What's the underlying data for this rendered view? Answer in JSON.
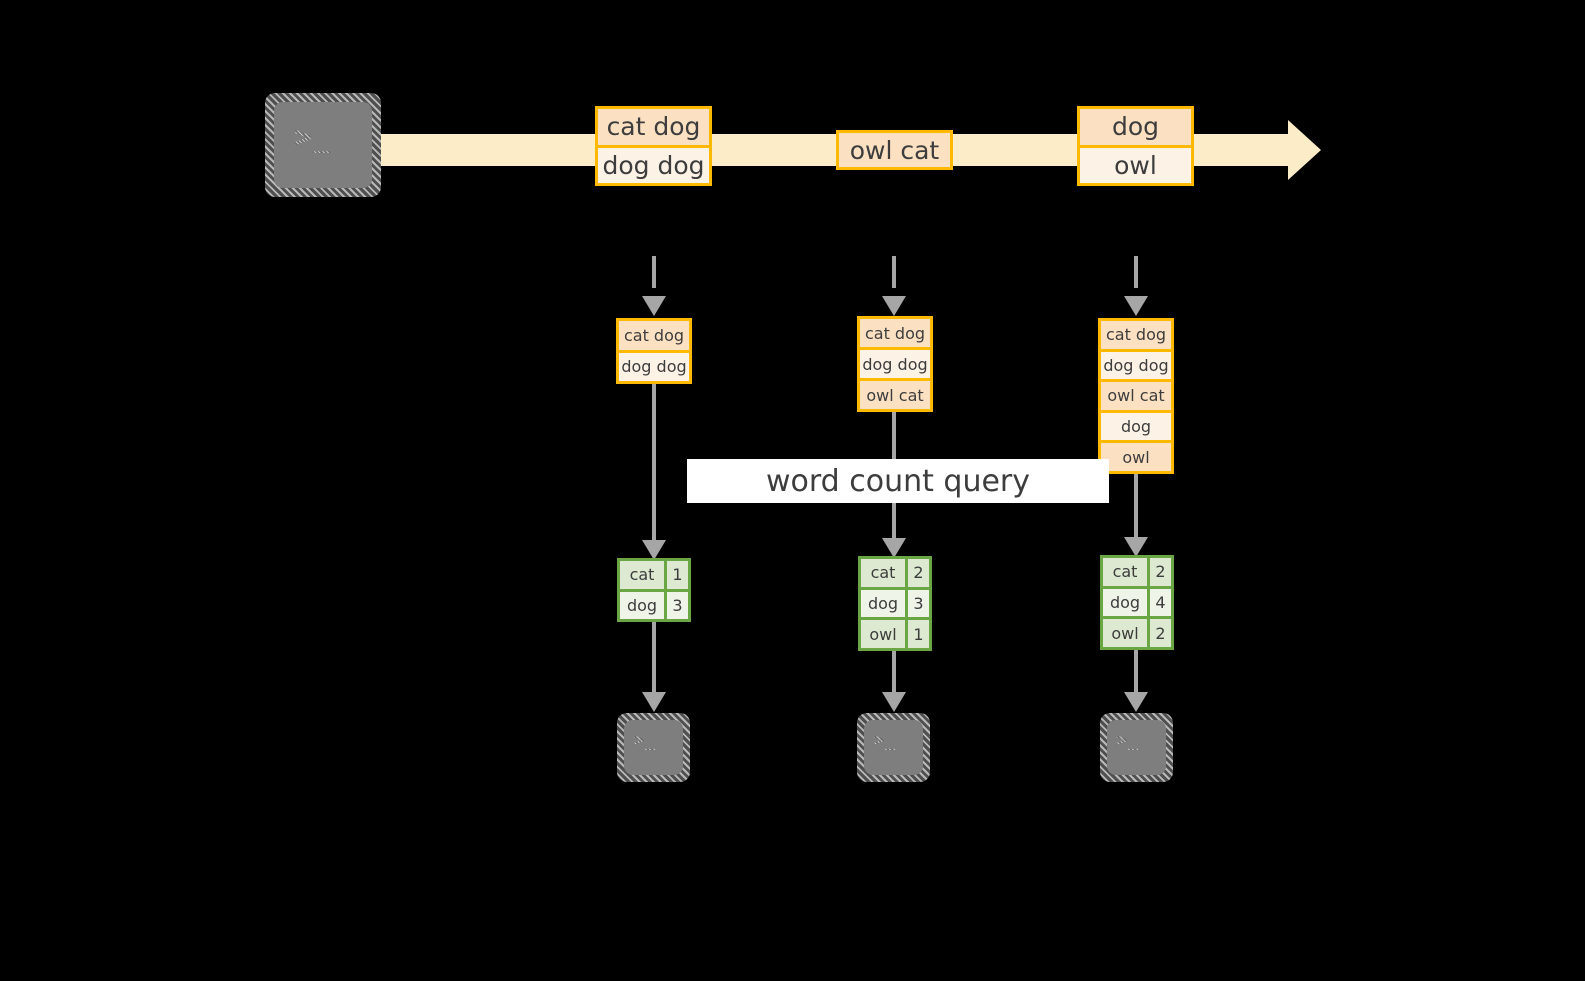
{
  "diagram": {
    "title_label": "word count query",
    "colors": {
      "background": "#000000",
      "stream_band": "#fdecc8",
      "record_border": "#ffb900",
      "record_fill_dark": "#fce0c2",
      "record_fill_light": "#fdf2e6",
      "table_border": "#6aa644",
      "table_fill_dark": "#dde9d0",
      "table_fill_light": "#eef4e8",
      "arrow": "#a6a6a6",
      "terminal_body": "#7e7e7e",
      "label_background": "#ffffff",
      "text": "#3d3d3d"
    },
    "terminal_glyph": ">_",
    "source_terminal": {
      "name": "source-terminal",
      "glyph": ">_"
    },
    "stream": {
      "name": "input-stream",
      "events": [
        {
          "lines": [
            "cat dog",
            "dog dog"
          ]
        },
        {
          "lines": [
            "owl cat"
          ]
        },
        {
          "lines": [
            "dog",
            "owl"
          ]
        }
      ]
    },
    "columns": [
      {
        "name": "snapshot-1",
        "batch": [
          "cat dog",
          "dog dog"
        ],
        "result": {
          "rows": [
            {
              "word": "cat",
              "count": "1"
            },
            {
              "word": "dog",
              "count": "3"
            }
          ]
        },
        "sink": {
          "glyph": ">_"
        }
      },
      {
        "name": "snapshot-2",
        "batch": [
          "cat dog",
          "dog dog",
          "owl cat"
        ],
        "result": {
          "rows": [
            {
              "word": "cat",
              "count": "2"
            },
            {
              "word": "dog",
              "count": "3"
            },
            {
              "word": "owl",
              "count": "1"
            }
          ]
        },
        "sink": {
          "glyph": ">_"
        }
      },
      {
        "name": "snapshot-3",
        "batch": [
          "cat dog",
          "dog dog",
          "owl cat",
          "dog",
          "owl"
        ],
        "result": {
          "rows": [
            {
              "word": "cat",
              "count": "2"
            },
            {
              "word": "dog",
              "count": "4"
            },
            {
              "word": "owl",
              "count": "2"
            }
          ]
        },
        "sink": {
          "glyph": ">_"
        }
      }
    ]
  }
}
